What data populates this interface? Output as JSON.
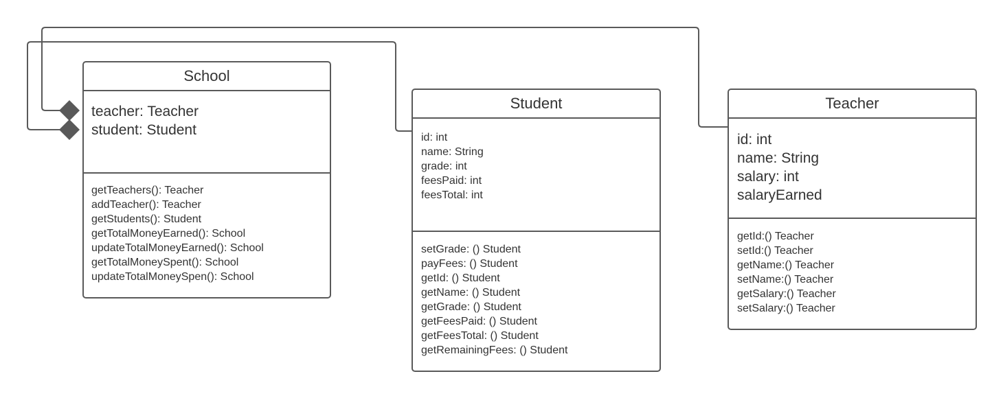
{
  "colors": {
    "border": "#595959",
    "text": "#333333",
    "diamond": "#595959",
    "background": "#ffffff"
  },
  "classes": {
    "school": {
      "name": "School",
      "attributes": [
        "teacher: Teacher",
        "student: Student"
      ],
      "methods": [
        "getTeachers(): Teacher",
        "addTeacher(): Teacher",
        "getStudents(): Student",
        "getTotalMoneyEarned(): School",
        "updateTotalMoneyEarned(): School",
        "getTotalMoneySpent(): School",
        "updateTotalMoneySpen(): School"
      ]
    },
    "student": {
      "name": "Student",
      "attributes": [
        "id: int",
        "name: String",
        "grade: int",
        "feesPaid: int",
        "feesTotal: int"
      ],
      "methods": [
        "setGrade: () Student",
        "payFees: () Student",
        "getId: () Student",
        "getName: () Student",
        "getGrade: () Student",
        "getFeesPaid: () Student",
        "getFeesTotal: () Student",
        "getRemainingFees: () Student"
      ]
    },
    "teacher": {
      "name": "Teacher",
      "attributes": [
        "id: int",
        "name: String",
        "salary: int",
        "salaryEarned"
      ],
      "methods": [
        "getId:() Teacher",
        "setId:() Teacher",
        "getName:() Teacher",
        "setName:() Teacher",
        "getSalary:() Teacher",
        "setSalary:() Teacher"
      ]
    }
  },
  "relations": [
    {
      "type": "composition",
      "whole": "School",
      "part": "Teacher",
      "via": "teacher: Teacher"
    },
    {
      "type": "composition",
      "whole": "School",
      "part": "Student",
      "via": "student: Student"
    }
  ]
}
